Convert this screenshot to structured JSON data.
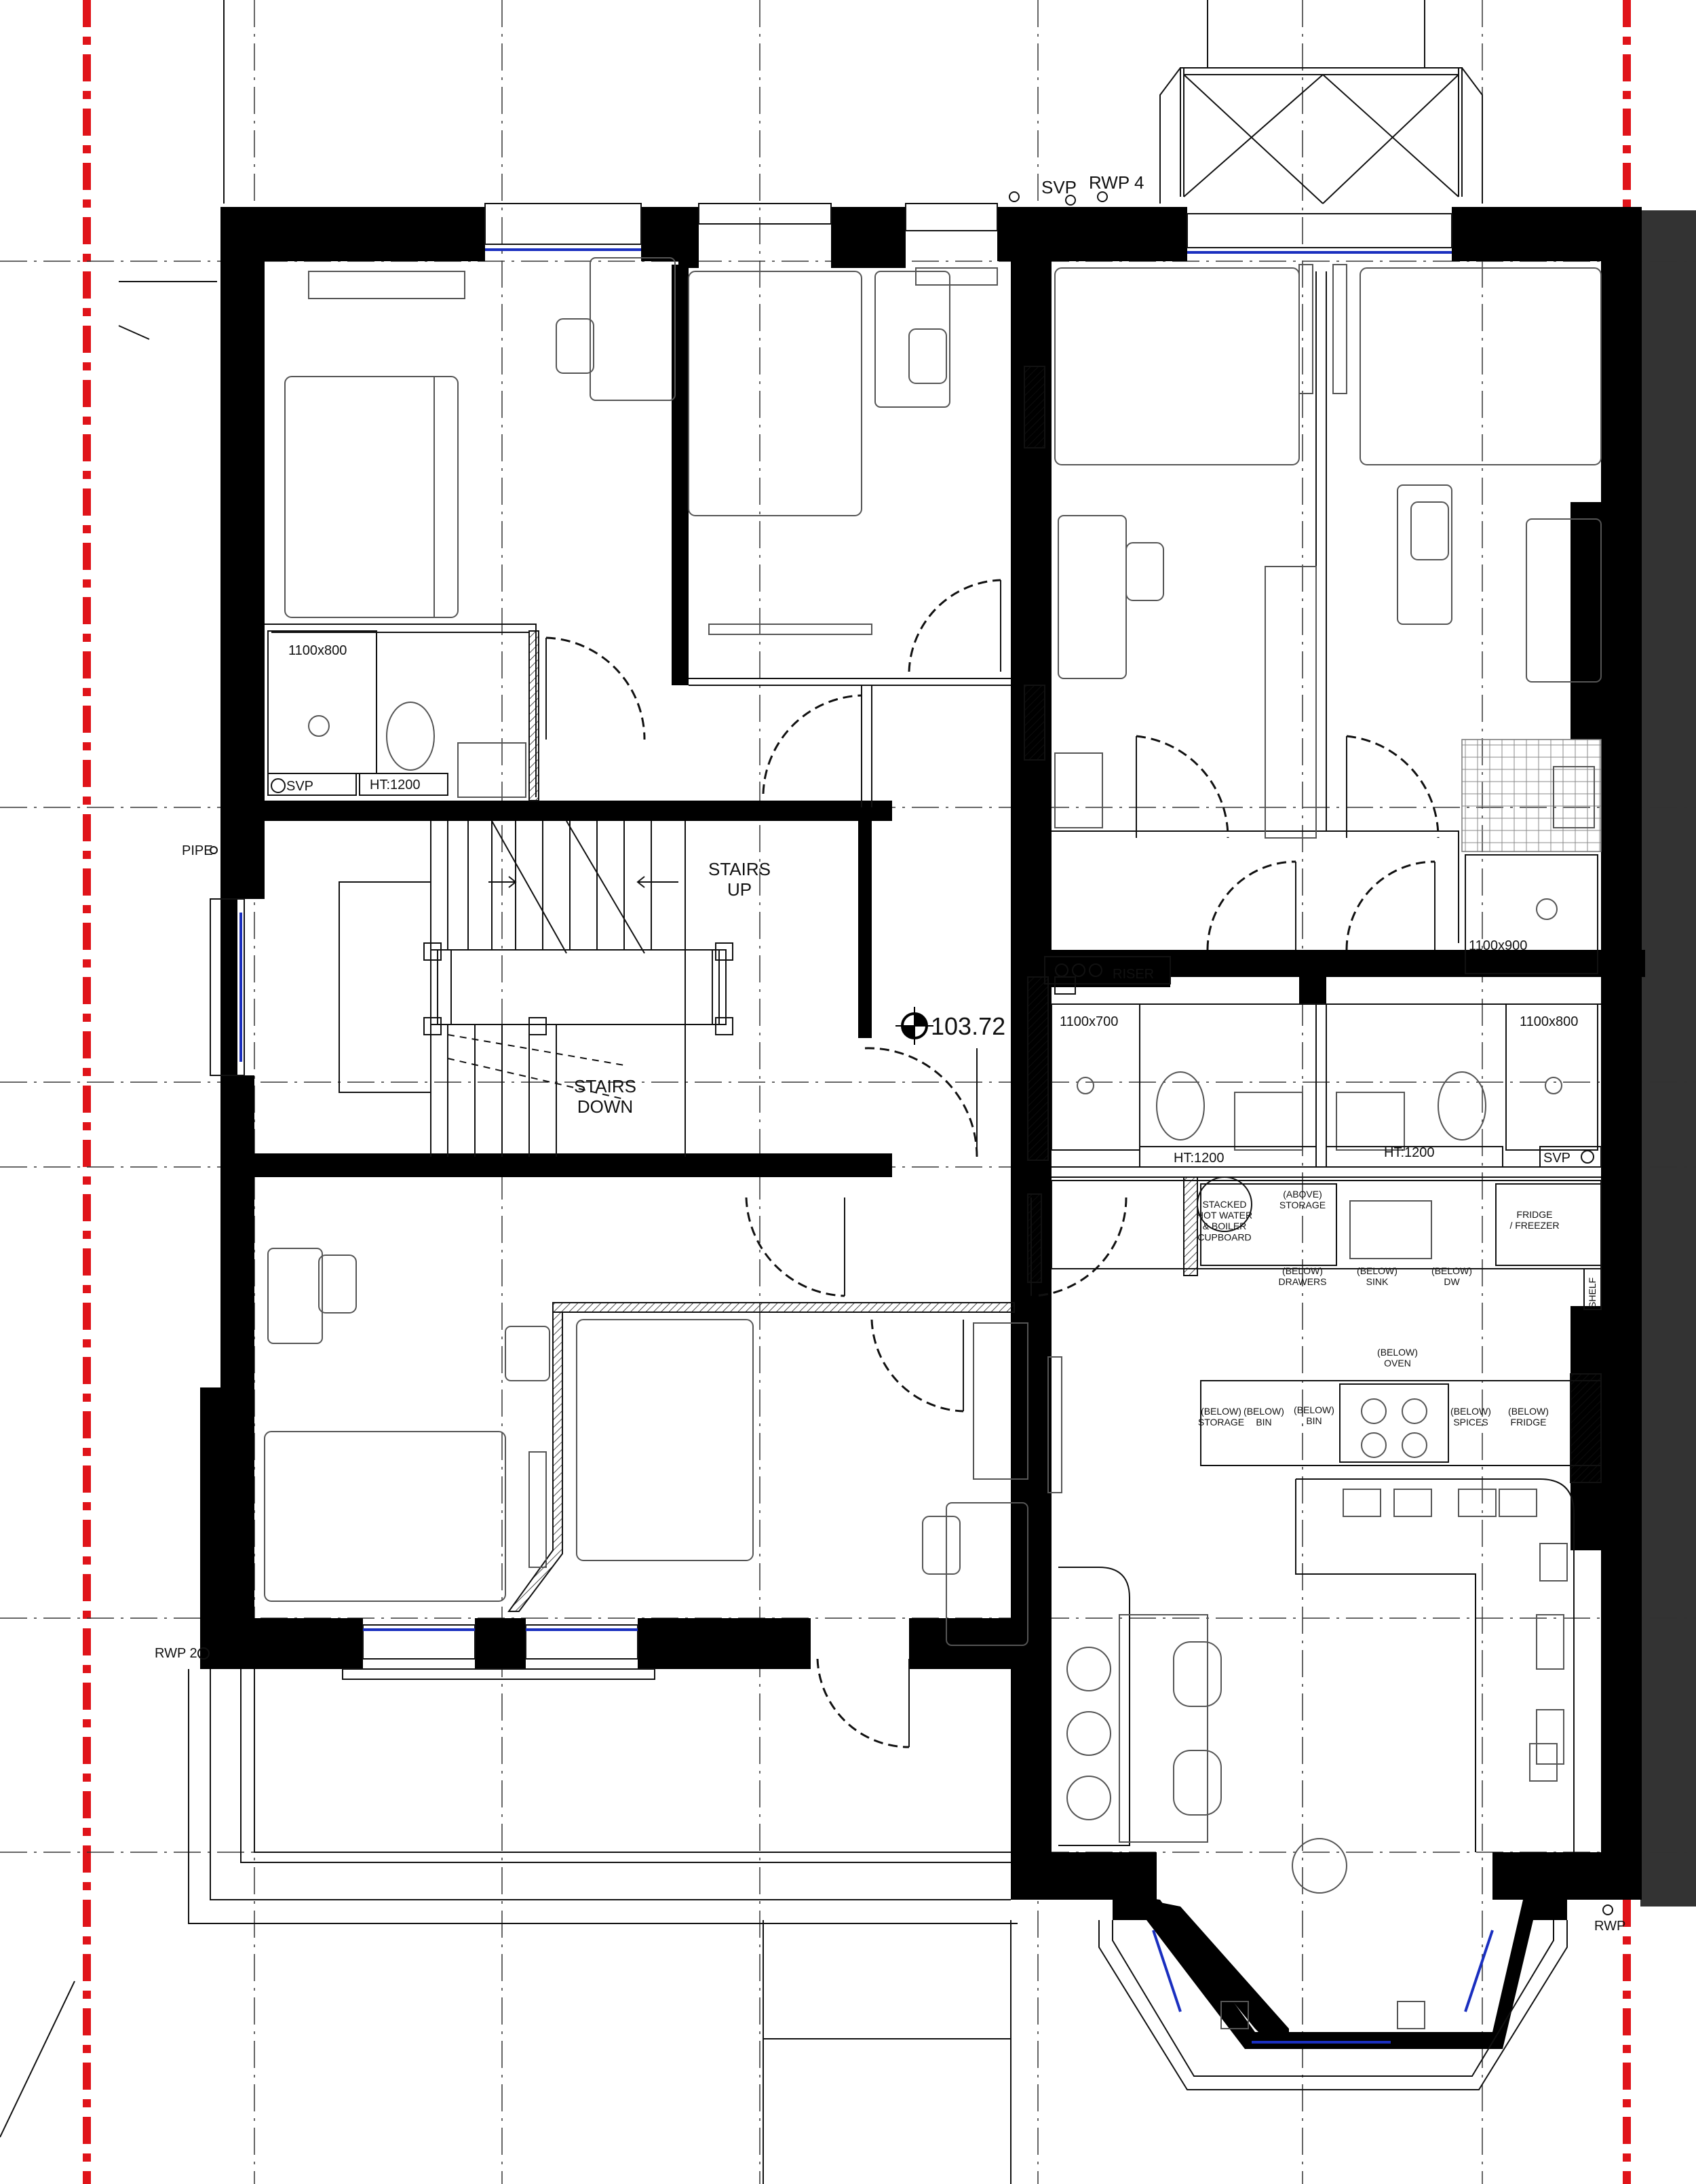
{
  "labels": {
    "svp_top": "SVP",
    "rwp4": "RWP 4",
    "pipe": "PIPE",
    "svp_left": "SVP",
    "ht1200_left": "HT:1200",
    "shower_1100x800_left": "1100x800",
    "stairs_up": "STAIRS\nUP",
    "stairs_down": "STAIRS\nDOWN",
    "level": "103.72",
    "riser": "RISER",
    "shower_1100x900": "1100x900",
    "shower_1100x700": "1100x700",
    "shower_1100x800_right": "1100x800",
    "ht1200_mid": "HT:1200",
    "ht1200_right": "HT:1200",
    "svp_right": "SVP",
    "stacked_cupboard": "STACKED\nHOT WATER\n& BOILER\nCUPBOARD",
    "above_storage": "(ABOVE)\nSTORAGE",
    "fridge_freezer": "FRIDGE\n/ FREEZER",
    "below_drawers": "(BELOW)\nDRAWERS",
    "below_sink": "(BELOW)\nSINK",
    "below_dw": "(BELOW)\nDW",
    "shelf": "SHELF",
    "below_oven": "(BELOW)\nOVEN",
    "below_storage": "(BELOW)\nSTORAGE",
    "below_bin_1": "(BELOW)\nBIN",
    "below_bin_2": "(BELOW)\nBIN",
    "below_spices": "(BELOW)\nSPICES",
    "below_fridge": "(BELOW)\nFRIDGE",
    "rwp2": "RWP 2",
    "rwp_br": "RWP"
  },
  "colors": {
    "wall": "#000000",
    "boundary": "#e0141a",
    "glazing": "#1a2fbf",
    "neighbour": "#333333"
  },
  "icons": {
    "level_marker": "level-datum-icon"
  }
}
